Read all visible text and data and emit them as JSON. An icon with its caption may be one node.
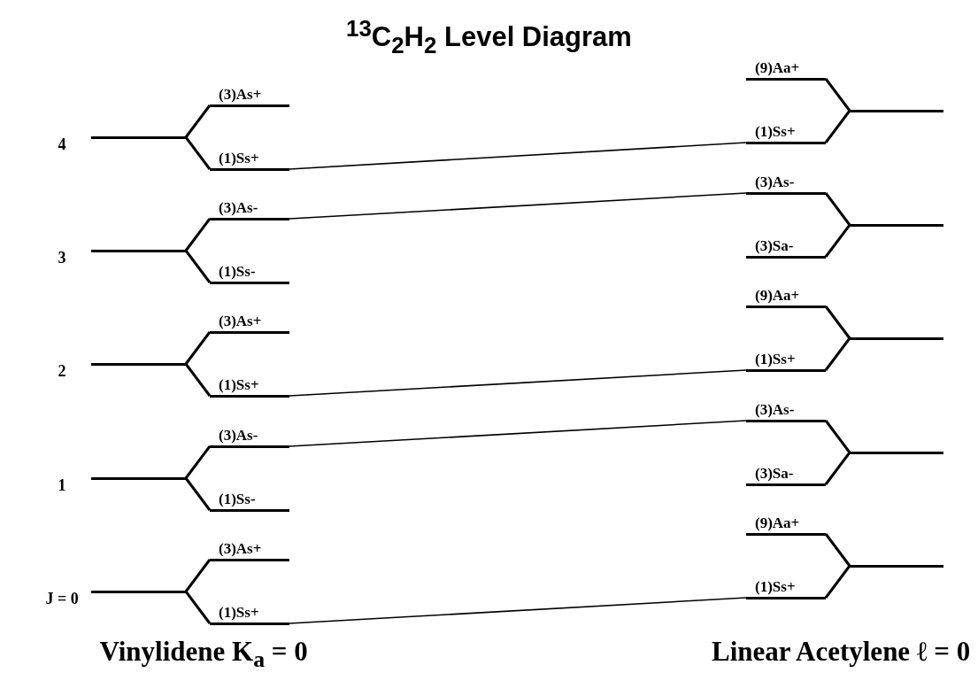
{
  "diagram": {
    "title": "$^{13}$C$_{2}$H$_{2}$ Level Diagram",
    "nodes": [
      {
        "text": [],
        "shape": "bar",
        "beside": [
          "4"
        ]
      },
      {
        "text": [
          "(3)As+"
        ]
      },
      {
        "text": [
          "(1)Ss+"
        ]
      },
      {
        "text": [],
        "shape": "bar",
        "beside": [
          "3"
        ]
      },
      {
        "text": [
          "(3)As-"
        ]
      },
      {
        "text": [
          "(1)Ss-"
        ]
      },
      {
        "text": [],
        "shape": "bar",
        "beside": [
          "2"
        ]
      },
      {
        "text": [
          "(3)As+"
        ]
      },
      {
        "text": [
          "(1)Ss+"
        ]
      },
      {
        "text": [],
        "shape": "bar",
        "beside": [
          "1"
        ]
      },
      {
        "text": [
          "(3)As-"
        ]
      },
      {
        "text": [
          "(1)Ss-"
        ]
      },
      {
        "text": [],
        "shape": "bar",
        "beside": [
          "J = 0"
        ]
      },
      {
        "text": [
          "(3)As+"
        ]
      },
      {
        "text": [
          "(1)Ss+"
        ]
      },
      {
        "text": [],
        "shape": "bar"
      },
      {
        "text": [
          "(9)Aa+"
        ]
      },
      {
        "text": [
          "(1)Ss+"
        ]
      },
      {
        "text": [],
        "shape": "bar"
      },
      {
        "text": [
          "(3)As-"
        ]
      },
      {
        "text": [
          "(3)Sa-"
        ]
      },
      {
        "text": [],
        "shape": "bar"
      },
      {
        "text": [
          "(9)Aa+"
        ]
      },
      {
        "text": [
          "(1)Ss+"
        ]
      },
      {
        "text": [],
        "shape": "bar"
      },
      {
        "text": [
          "(3)As-"
        ]
      },
      {
        "text": [
          "(3)Sa-"
        ]
      },
      {
        "text": [],
        "shape": "bar"
      },
      {
        "text": [
          "(9)Aa+"
        ]
      },
      {
        "text": [
          "(1)Ss+"
        ]
      }
    ],
    "edges": [
      {
        "from": 0,
        "to": 1,
        "arrow": "none"
      },
      {
        "from": 0,
        "to": 2,
        "arrow": "none"
      },
      {
        "from": 3,
        "to": 4,
        "arrow": "none"
      },
      {
        "from": 3,
        "to": 5,
        "arrow": "none"
      },
      {
        "from": 6,
        "to": 7,
        "arrow": "none"
      },
      {
        "from": 6,
        "to": 8,
        "arrow": "none"
      },
      {
        "from": 9,
        "to": 10,
        "arrow": "none"
      },
      {
        "from": 9,
        "to": 11,
        "arrow": "none"
      },
      {
        "from": 12,
        "to": 13,
        "arrow": "none"
      },
      {
        "from": 12,
        "to": 14,
        "arrow": "none"
      },
      {
        "from": 15,
        "to": 16,
        "arrow": "none"
      },
      {
        "from": 15,
        "to": 17,
        "arrow": "none"
      },
      {
        "from": 18,
        "to": 19,
        "arrow": "none"
      },
      {
        "from": 18,
        "to": 20,
        "arrow": "none"
      },
      {
        "from": 21,
        "to": 22,
        "arrow": "none"
      },
      {
        "from": 21,
        "to": 23,
        "arrow": "none"
      },
      {
        "from": 24,
        "to": 25,
        "arrow": "none"
      },
      {
        "from": 24,
        "to": 26,
        "arrow": "none"
      },
      {
        "from": 27,
        "to": 28,
        "arrow": "none"
      },
      {
        "from": 27,
        "to": 29,
        "arrow": "none"
      },
      {
        "from": 2,
        "to": 17,
        "arrow": "none"
      },
      {
        "from": 4,
        "to": 19,
        "arrow": "none"
      },
      {
        "from": 8,
        "to": 23,
        "arrow": "none"
      },
      {
        "from": 10,
        "to": 25,
        "arrow": "none"
      },
      {
        "from": 14,
        "to": 29,
        "arrow": "none"
      }
    ],
    "labels": [
      "Vinylidene K$_{a}$ = 0",
      "Linear Acetylene ℓ = 0"
    ]
  }
}
